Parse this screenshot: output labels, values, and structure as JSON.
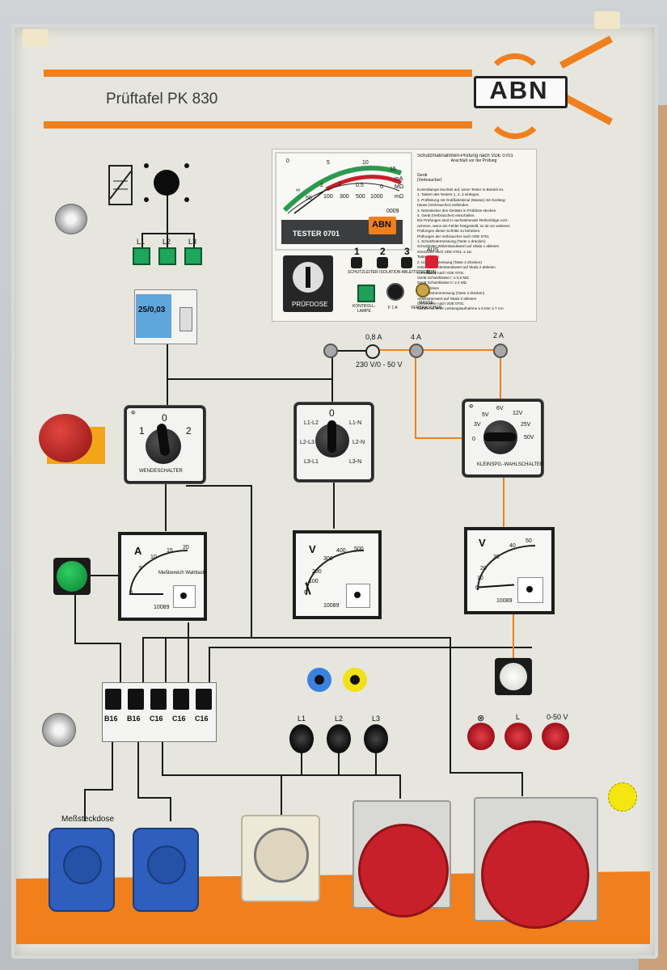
{
  "panel": {
    "title": "Prüftafel PK 830",
    "brand": "ABN",
    "colors": {
      "stripe": "#f07f1c",
      "panel": "#e6e6df"
    }
  },
  "tester": {
    "model": "TESTER 0701",
    "brand": "ABN",
    "scale_top": [
      "0",
      "5",
      "10",
      "15"
    ],
    "scale_units": [
      "mA",
      "MΩ",
      "mΩ"
    ],
    "scale_mid": [
      "∞",
      "2",
      "1",
      "0.5",
      "0"
    ],
    "scale_low": [
      "50",
      "100",
      "300",
      "500",
      "1000"
    ],
    "code": "0009",
    "buttons": [
      "1",
      "2",
      "3"
    ],
    "button_labels": "SCHUTZLEITER ISOLATION ABLEITSTROM",
    "aus_ein": [
      "AUS",
      "EIN"
    ],
    "socket_label": "PRÜFDOSE",
    "lamp_label": "KONTROLL-\nLAMPE",
    "fuse_label": "F 1 A",
    "ground_label": "MASSE\nVERBRAUCHER",
    "instructions_title": "Schutzmaßnahmen-Prüfung nach VDE 0701",
    "instructions_sub": "Anschluß vor der Prüfung",
    "instructions_lines": [
      "Kontrollampe leuchtet auf, wenn Tester in Betrieb ist.",
      "1. Tastert des Testers 1, 2, 3 einlegen.",
      "2. Prüfleitung mit Grafikdenkmal (Masse) mit Geräteg-",
      "   häuse (Verbraucher) verbinden.",
      "3. Netzstecker des Gerätes in Prüfdose stecken.",
      "4. Gerät (Verbraucher) einschalten.",
      "   Die Prüfungen sind in nachstehender Reihenfolge vorz-",
      "   nehmen, wenn ein Fehler festgestellt, so ist vor weiteren",
      "   Prüfungen dieser Schritte zu beheben.",
      "Prüfungen der Verbraucher nach VDE 0701",
      "1. Schutzleitermessung (Taste 1 drücken)",
      "   Schutzleiter-Widerstandswert auf Skala 1 ablesen",
      "   Grenzwert nach VDE 0701: ≤ 1Ω",
      "   Taste 1 lösen",
      "2. Isolationsmessung (Taste 2 drücken)",
      "   Isolations-Widerstandswert auf Skala 2 ablesen",
      "   Grenzwerte nach VDE 0701:",
      "   Gerät Schutzklasse I: ≥ 0,5 MΩ",
      "   Gerät Schutzklasse II: ≥ 2 MΩ",
      "   Taste 2 lösen",
      "3. Ableitstrommessung (Taste 3 drücken)",
      "   Ableitstromwert auf Skala 3 ablesen",
      "   Grenzwerte nach VDE 0701:",
      "   Geräte mit einer Leistungsaufnahme ≤ 6 kW: ≤ 7 mA",
      "   Geräte mit einer Leistungsaufnahme ≥ 6 kW: ≤ 15 mA",
      "   Taste 3 lösen"
    ],
    "device_label": "Gerät\n(Verbraucher)"
  },
  "phase_lamps": [
    "L1",
    "L2",
    "L3"
  ],
  "rcd": {
    "label": "25/0,03"
  },
  "fuses": {
    "f1": "0,8 A",
    "f2": "4 A",
    "f3": "2 A",
    "transformer": "230 V/0 - 50 V"
  },
  "switches": {
    "reversing": {
      "label": "WENDESCHALTER",
      "positions": [
        "1",
        "0",
        "2"
      ]
    },
    "phase_selector": {
      "positions": [
        "L1-L2",
        "0",
        "L1-N",
        "L2-L3",
        "L2-N",
        "L3-L1",
        "L3-N"
      ]
    },
    "low_voltage": {
      "label": "KLEINSPG.-WAHLSCHALTER",
      "positions": [
        "0",
        "3V",
        "5V",
        "6V",
        "12V",
        "25V",
        "50V",
        "Φ"
      ]
    }
  },
  "meters": {
    "ammeter": {
      "unit": "A",
      "scale": [
        "0",
        "5",
        "10",
        "15",
        "20"
      ],
      "note": "Meßbereich Wahltaste",
      "code": "10089"
    },
    "voltmeter": {
      "unit": "V",
      "scale": [
        "0",
        "100",
        "200",
        "300",
        "400",
        "500"
      ],
      "code": "10089"
    },
    "lv_voltmeter": {
      "unit": "V",
      "scale": [
        "0",
        "10",
        "20",
        "30",
        "40",
        "50"
      ],
      "code": "10089"
    }
  },
  "breakers": [
    "B16",
    "B16",
    "C16",
    "C16",
    "C16"
  ],
  "jacks": {
    "phases": [
      "L1",
      "L2",
      "L3"
    ],
    "lv": [
      "⊗",
      "L",
      "0-50 V"
    ]
  },
  "sockets": {
    "label": "Meßsteckdose"
  }
}
